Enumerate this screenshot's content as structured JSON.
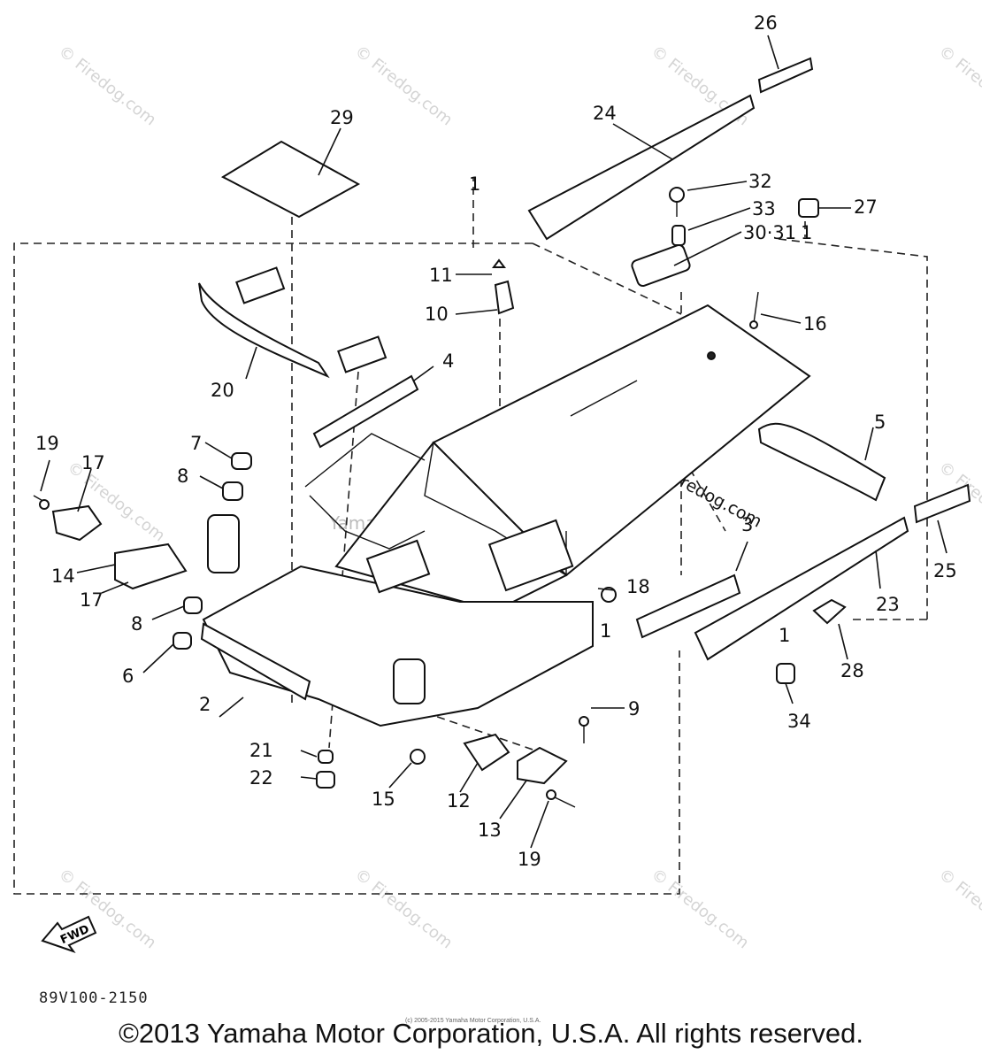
{
  "callouts": {
    "c1": "1",
    "c2": "2",
    "c3": "3",
    "c4": "4",
    "c5": "5",
    "c6": "6",
    "c7": "7",
    "c8a": "8",
    "c8b": "8",
    "c9": "9",
    "c10": "10",
    "c11": "11",
    "c12": "12",
    "c13": "13",
    "c14": "14",
    "c15": "15",
    "c16": "16",
    "c17a": "17",
    "c17b": "17",
    "c18": "18",
    "c19a": "19",
    "c19b": "19",
    "c20": "20",
    "c21": "21",
    "c22": "22",
    "c23": "23",
    "c24": "24",
    "c25": "25",
    "c26": "26",
    "c27": "27",
    "c28": "28",
    "c29": "29",
    "c3031": "30·31",
    "c32": "32",
    "c33": "33",
    "c34": "34",
    "c1b": "1",
    "c1c": "1",
    "c1d": "1"
  },
  "fwd_label": "FWD",
  "watermark": "© Firedog.com",
  "faint_watermark": "Yamaha Motor Corp., U.S.A.",
  "doc_code": "89V100-2150",
  "small_copyright": "(c) 2005-2015 Yamaha Motor Corporation, U.S.A.",
  "copyright": "©2013 Yamaha Motor Corporation, U.S.A. All rights reserved."
}
